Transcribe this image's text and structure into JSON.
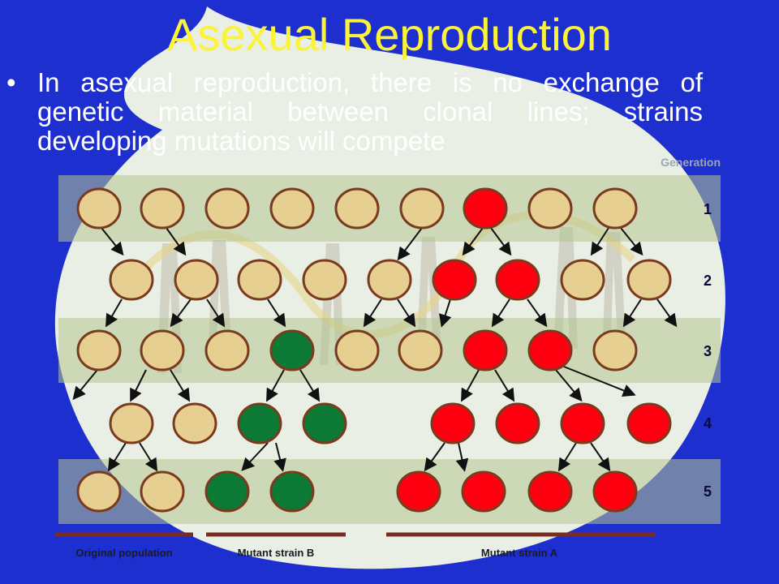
{
  "title": "Asexual Reproduction",
  "bullet": {
    "marker": "•",
    "text": "In asexual reproduction, there is no exchange of genetic material between clonal lines; strains developing mutations will compete"
  },
  "diagram": {
    "generation_label": "Generation",
    "generations": [
      "1",
      "2",
      "3",
      "4",
      "5"
    ],
    "groups": [
      {
        "label": "Original population"
      },
      {
        "label": "Mutant strain B"
      },
      {
        "label": "Mutant strain A"
      }
    ],
    "colors": {
      "original": "#e6cf90",
      "mutant_a": "#ff0010",
      "mutant_b": "#0c7a35",
      "outline": "#7a3a1e",
      "band": "#b5c48f",
      "underline": "#7a2e22"
    }
  }
}
